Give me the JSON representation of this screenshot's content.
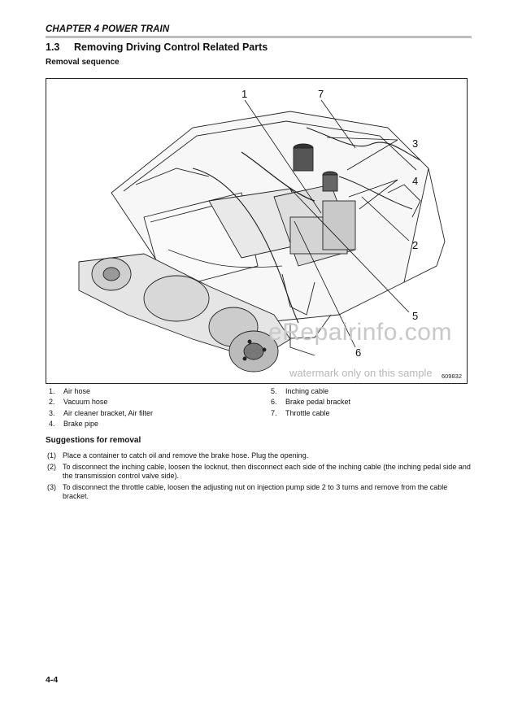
{
  "header": {
    "chapter": "CHAPTER 4 POWER TRAIN"
  },
  "section": {
    "number": "1.3",
    "title": "Removing Driving Control Related Parts"
  },
  "subheading": "Removal sequence",
  "figure": {
    "code": "609832",
    "callouts": [
      "1",
      "2",
      "3",
      "4",
      "5",
      "6",
      "7"
    ]
  },
  "watermark": {
    "main": "eRepairinfo.com",
    "sub": "watermark only on this sample"
  },
  "legend": {
    "left": [
      {
        "n": "1.",
        "label": "Air hose"
      },
      {
        "n": "2.",
        "label": "Vacuum hose"
      },
      {
        "n": "3.",
        "label": "Air cleaner bracket, Air filter"
      },
      {
        "n": "4.",
        "label": "Brake pipe"
      }
    ],
    "right": [
      {
        "n": "5.",
        "label": "Inching cable"
      },
      {
        "n": "6.",
        "label": "Brake pedal bracket"
      },
      {
        "n": "7.",
        "label": "Throttle cable"
      }
    ]
  },
  "suggestions": {
    "heading": "Suggestions for removal",
    "steps": [
      {
        "n": "(1)",
        "text": "Place a container to catch oil and remove the brake hose. Plug the opening."
      },
      {
        "n": "(2)",
        "text": "To disconnect the inching cable, loosen the locknut, then disconnect each side of the inching cable (the inching pedal side and the transmission control valve side)."
      },
      {
        "n": "(3)",
        "text": "To disconnect the throttle cable, loosen the adjusting nut on injection pump side 2 to 3 turns and remove from the cable bracket."
      }
    ]
  },
  "page": {
    "number": "4-4"
  }
}
